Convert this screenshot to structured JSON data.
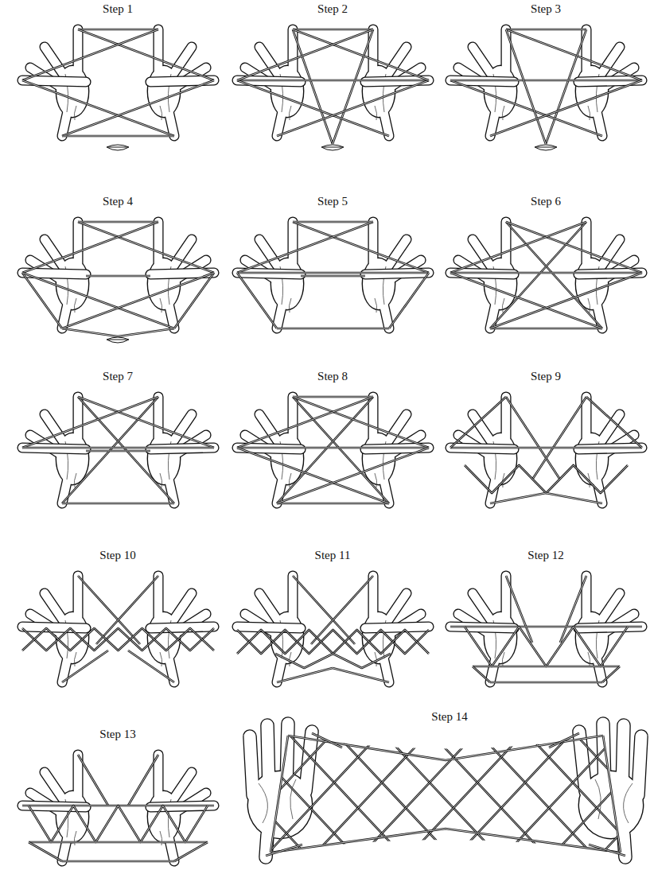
{
  "diagram": {
    "labels": [
      "Step 1",
      "Step 2",
      "Step 3",
      "Step 4",
      "Step 5",
      "Step 6",
      "Step 7",
      "Step 8",
      "Step 9",
      "Step 10",
      "Step 11",
      "Step 12",
      "Step 13",
      "Step 14"
    ]
  }
}
